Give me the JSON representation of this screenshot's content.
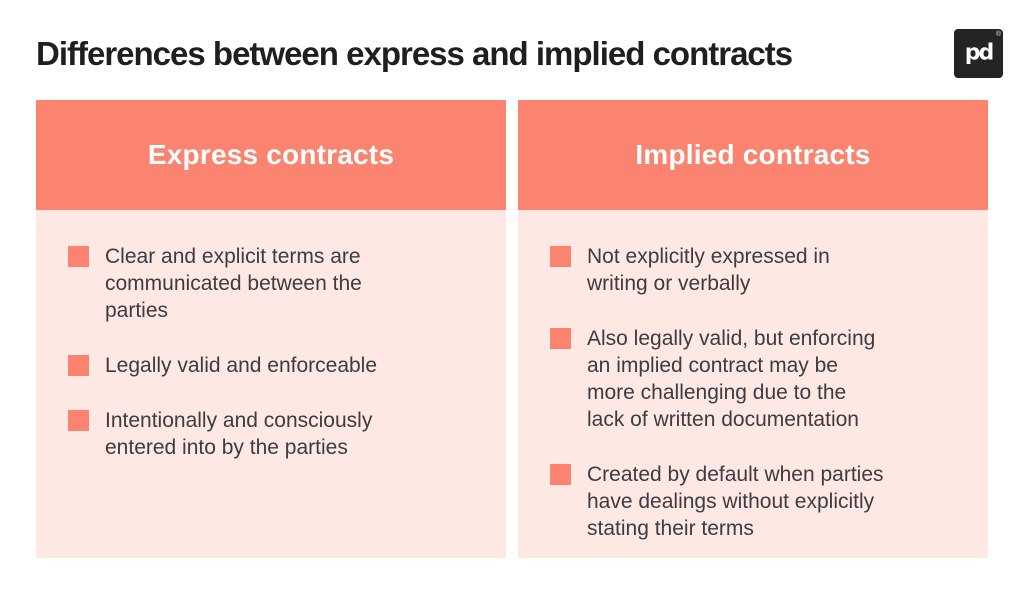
{
  "title": "Differences between express and implied contracts",
  "logo": {
    "monogram": "pd",
    "registered_mark": "®"
  },
  "colors": {
    "accent_salmon": "#FB8470",
    "panel_pink": "#FDE8E4",
    "logo_dark": "#242427",
    "title_text": "#1F1F1F",
    "body_text": "#3C3C42",
    "header_text": "#FFFFFF"
  },
  "columns": [
    {
      "header": "Express contracts",
      "items": [
        "Clear and explicit terms are\ncommunicated between the\nparties",
        "Legally valid and enforceable",
        "Intentionally and consciously\nentered into by the parties"
      ]
    },
    {
      "header": "Implied contracts",
      "items": [
        "Not explicitly expressed in\nwriting or verbally",
        "Also legally valid, but enforcing\nan implied contract may be\nmore challenging due to the\nlack of written documentation",
        "Created by default when parties\nhave dealings without explicitly\nstating their terms"
      ]
    }
  ]
}
